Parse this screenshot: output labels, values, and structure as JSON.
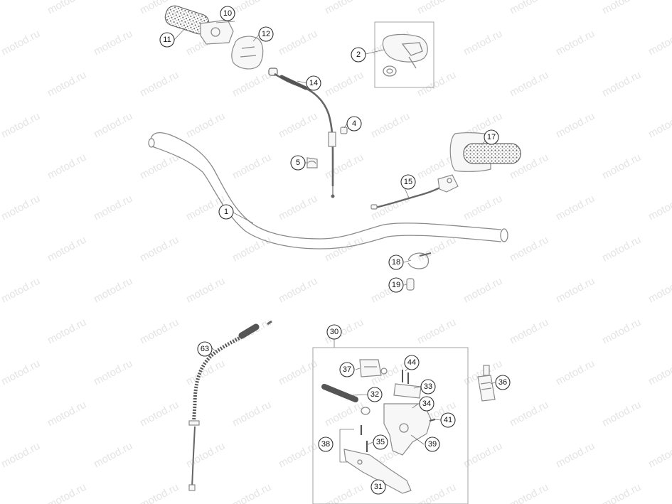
{
  "watermark": {
    "text": "motod.ru",
    "color": "#e4e4e4"
  },
  "callouts": [
    {
      "id": "c1",
      "label": "1"
    },
    {
      "id": "c2",
      "label": "2"
    },
    {
      "id": "c4",
      "label": "4"
    },
    {
      "id": "c5",
      "label": "5"
    },
    {
      "id": "c10",
      "label": "10"
    },
    {
      "id": "c11",
      "label": "11"
    },
    {
      "id": "c12",
      "label": "12"
    },
    {
      "id": "c14",
      "label": "14"
    },
    {
      "id": "c15",
      "label": "15"
    },
    {
      "id": "c17",
      "label": "17"
    },
    {
      "id": "c18",
      "label": "18"
    },
    {
      "id": "c19",
      "label": "19"
    },
    {
      "id": "c30",
      "label": "30"
    },
    {
      "id": "c31",
      "label": "31"
    },
    {
      "id": "c32",
      "label": "32"
    },
    {
      "id": "c33",
      "label": "33"
    },
    {
      "id": "c34",
      "label": "34"
    },
    {
      "id": "c35",
      "label": "35"
    },
    {
      "id": "c36",
      "label": "36"
    },
    {
      "id": "c37",
      "label": "37"
    },
    {
      "id": "c38",
      "label": "38"
    },
    {
      "id": "c39",
      "label": "39"
    },
    {
      "id": "c41",
      "label": "41"
    },
    {
      "id": "c44",
      "label": "44"
    },
    {
      "id": "c63",
      "label": "63"
    }
  ]
}
